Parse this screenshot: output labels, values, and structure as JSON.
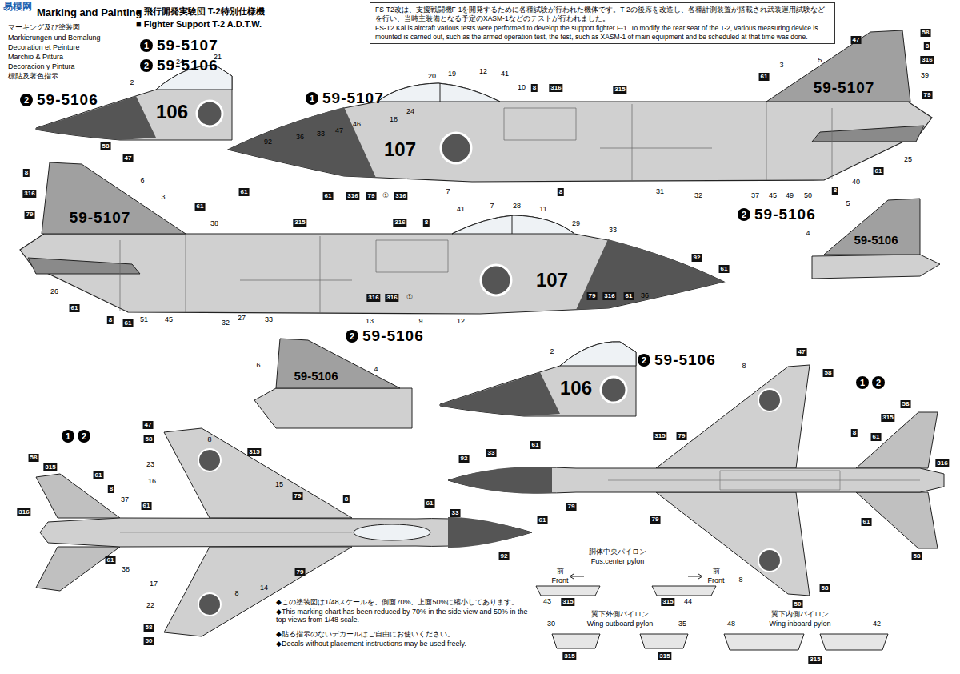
{
  "diagram": {
    "title": "Marking and Painting",
    "nodes": [
      {
        "text": [
          "1"
        ]
      },
      {
        "text": [
          "2"
        ]
      },
      {
        "text": [
          "FS-T2改は、支援戦闘機F-1を開発するために各種試験が行われた機体です。T-2の後席を改造し、各種計測装置が搭載され武装運用試験などを行い、当時主装備となる予定のXASM-1などのテストが行われました。",
          "FS-T2 Kai is aircraft various tests were performed to develop the support fighter F-1. To modify the rear seat of the T-2, various measuring device is mounted is carried out, such as the armed operation test, the test, such as XASM-1 of main equipment and be scheduled at that time was done."
        ]
      },
      {
        "text": [
          "2"
        ]
      },
      {
        "text": [
          "1"
        ]
      },
      {
        "text": [
          "2"
        ]
      },
      {
        "text": [
          "2"
        ]
      },
      {
        "text": [
          "2"
        ]
      },
      {
        "text": [
          "1"
        ]
      },
      {
        "text": [
          "2"
        ]
      },
      {
        "text": [
          "1"
        ]
      },
      {
        "text": [
          "2"
        ]
      }
    ],
    "labels": [
      "易模网",
      "マーキング及び塗装図",
      "Markierungen und Bemalung",
      "Decoration et Peinture",
      "Marchio & Pittura",
      "Decoracion y Pintura",
      "標貼及著色指示",
      "■ 飛行開発実験団 T-2特別仕様機",
      "■ Fighter Support T-2 A.D.T.W.",
      "59-5107",
      "59-5106",
      "59-5106",
      "2",
      "24",
      "21",
      "106",
      "59-5107",
      "18",
      "24",
      "20",
      "19",
      "12",
      "41",
      "10",
      "8",
      "316",
      "315",
      "5",
      "3",
      "61",
      "47",
      "58",
      "8",
      "316",
      "39",
      "79",
      "59-5107",
      "107",
      "92",
      "36",
      "33",
      "47",
      "46",
      "61",
      "61",
      "316",
      "79",
      "①",
      "316",
      "7",
      "8",
      "31",
      "32",
      "37",
      "45",
      "49",
      "50",
      "40",
      "8",
      "61",
      "25",
      "58",
      "47",
      "6",
      "8",
      "316",
      "3",
      "61",
      "59-5107",
      "79",
      "38",
      "315",
      "316",
      "8",
      "41",
      "7",
      "28",
      "11",
      "29",
      "33",
      "92",
      "61",
      "107",
      "26",
      "61",
      "8",
      "61",
      "51",
      "45",
      "32",
      "27",
      "33",
      "13",
      "9",
      "12",
      "316",
      "316",
      "①",
      "79",
      "316",
      "61",
      "36",
      "59-5106",
      "5",
      "4",
      "59-5106",
      "59-5106",
      "6",
      "4",
      "59-5106",
      "2",
      "59-5106",
      "106",
      "47",
      "58",
      "8",
      "315",
      "23",
      "16",
      "15",
      "79",
      "8",
      "58",
      "315",
      "61",
      "8",
      "37",
      "61",
      "316",
      "61",
      "33",
      "61",
      "92",
      "61",
      "38",
      "17",
      "22",
      "14",
      "79",
      "8",
      "58",
      "50",
      "8",
      "47",
      "58",
      "315",
      "79",
      "8",
      "61",
      "315",
      "58",
      "316",
      "61",
      "58",
      "92",
      "33",
      "61",
      "79",
      "79",
      "8",
      "58",
      "50",
      "◆この塗装図は1/48スケールを、側面70%、上面50%に縮小してあります。",
      "◆This marking chart has been reduced by 70% in the side view and 50% in the top views from 1/48 scale.",
      "◆貼る指示のないデカールはご自由にお使いください。",
      "◆Decals without placement instructions may be used freely.",
      "胴体中央パイロン",
      "Fus.center pylon",
      "前",
      "Front",
      "前",
      "Front",
      "43",
      "315",
      "315",
      "44",
      "翼下外側パイロン",
      "Wing outboard pylon",
      "30",
      "35",
      "315",
      "315",
      "翼下内側パイロン",
      "Wing inboard pylon",
      "48",
      "42",
      "315"
    ]
  }
}
